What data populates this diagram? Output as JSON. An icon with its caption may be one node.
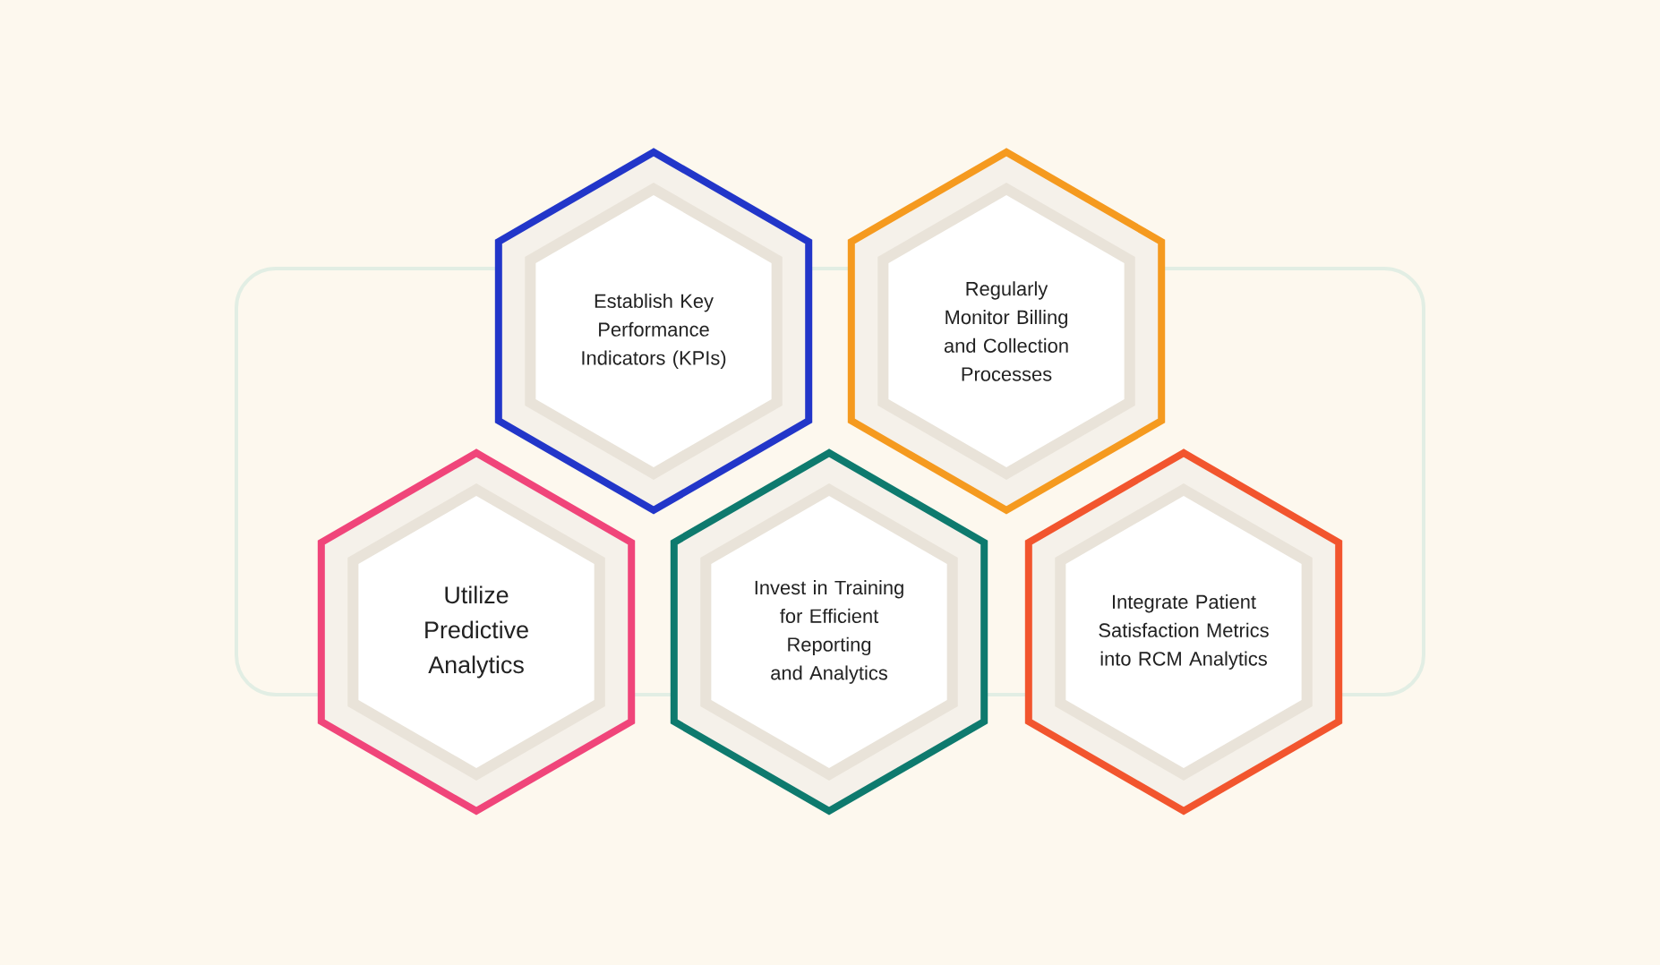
{
  "diagram": {
    "nodes": [
      {
        "text": [
          "Establish Key Performance Indicators (KPIs)"
        ]
      },
      {
        "text": [
          "Regularly Monitor Billing and Collection Processes"
        ]
      },
      {
        "text": [
          "Utilize Predictive Analytics"
        ]
      },
      {
        "text": [
          "Invest in Training for Efficient Reporting and Analytics"
        ]
      },
      {
        "text": [
          "Integrate Patient Satisfaction Metrics into RCM Analytics"
        ]
      }
    ]
  }
}
